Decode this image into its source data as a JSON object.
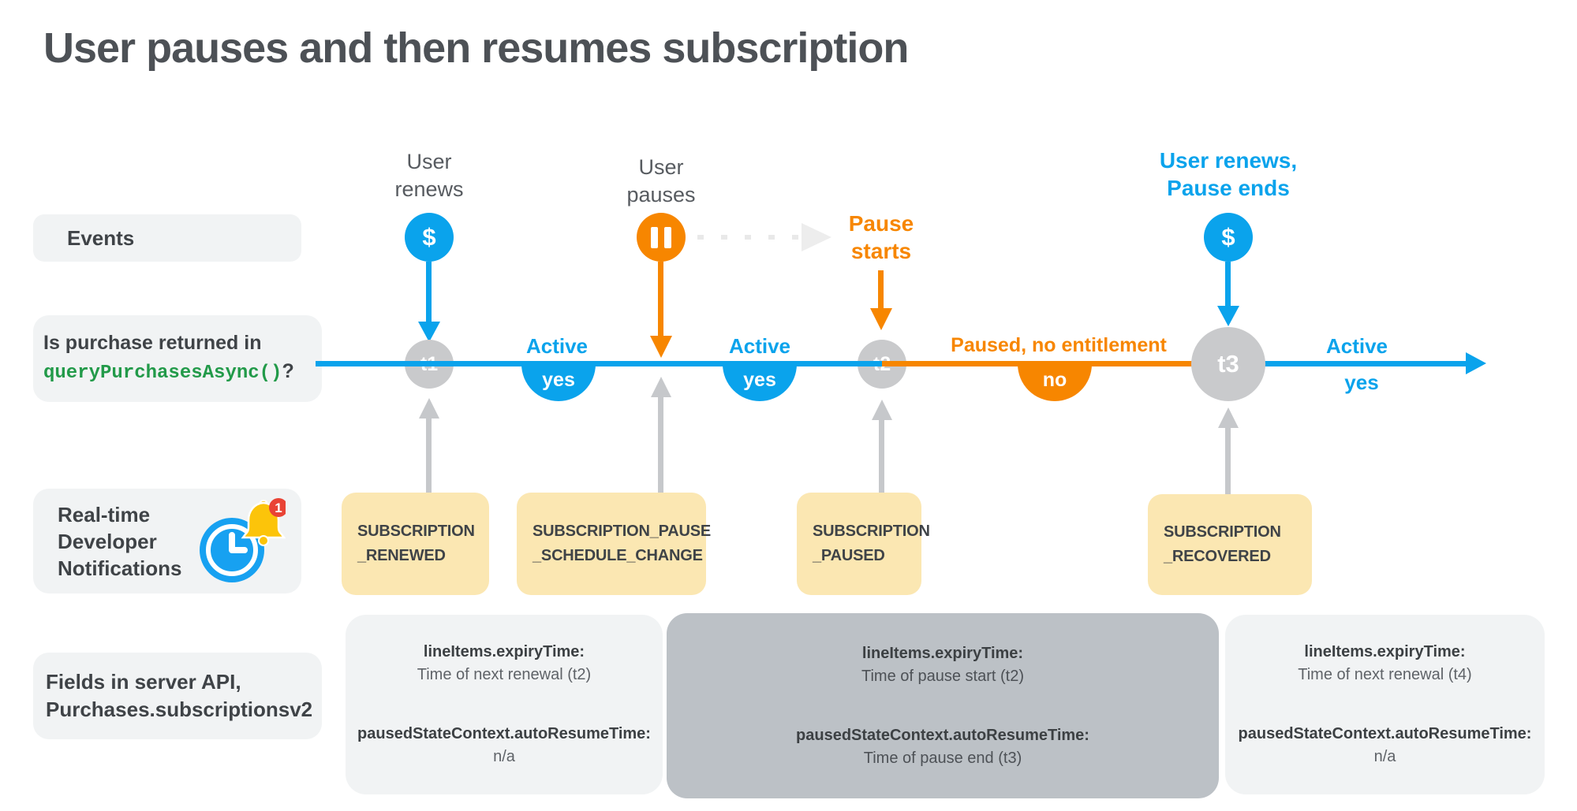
{
  "title": "User pauses and then resumes subscription",
  "colors": {
    "blue": "#0aa3ec",
    "orange": "#f78600",
    "code_green": "#229a49",
    "node_gray": "#c9cacc",
    "label_box_gray": "#f1f3f4",
    "notification_yellow": "#fbe7b2",
    "field_box_dark_gray": "#bcc1c6",
    "text_dark": "#3f4347",
    "badge_red": "#e94335"
  },
  "sidebar": {
    "events_label": "Events",
    "purchase_question": {
      "line1": "Is purchase returned in",
      "code": "queryPurchasesAsync()",
      "suffix": "?"
    },
    "rtdn": {
      "line1": "Real-time",
      "line2": "Developer",
      "line3": "Notifications",
      "badge_count": "1"
    },
    "server_fields": {
      "line1": "Fields in server API,",
      "line2": "Purchases.subscriptionsv2"
    }
  },
  "events": {
    "renew1": {
      "line1": "User",
      "line2": "renews",
      "symbol": "$"
    },
    "pause": {
      "line1": "User",
      "line2": "pauses"
    },
    "pause_starts": {
      "line1": "Pause",
      "line2": "starts"
    },
    "renew2": {
      "line1": "User renews,",
      "line2": "Pause ends",
      "symbol": "$"
    }
  },
  "timeline": {
    "t1": "t1",
    "t2": "t2",
    "t3": "t3",
    "segment1": {
      "label": "Active",
      "value": "yes"
    },
    "segment2": {
      "label": "Active",
      "value": "yes"
    },
    "segment3": {
      "label": "Paused, no entitlement",
      "value": "no"
    },
    "segment4": {
      "label": "Active",
      "value": "yes"
    }
  },
  "notifications": [
    {
      "line1": "SUBSCRIPTION",
      "line2": "_RENEWED"
    },
    {
      "line1": "SUBSCRIPTION_PAUSE",
      "line2": "_SCHEDULE_CHANGE"
    },
    {
      "line1": "SUBSCRIPTION",
      "line2": "_PAUSED"
    },
    {
      "line1": "SUBSCRIPTION",
      "line2": "_RECOVERED"
    }
  ],
  "api_fields": [
    {
      "field1": "lineItems.expiryTime:",
      "value1": "Time of next renewal (t2)",
      "field2": "pausedStateContext.autoResumeTime:",
      "value2": "n/a"
    },
    {
      "field1": "lineItems.expiryTime:",
      "value1": "Time of pause start (t2)",
      "field2": "pausedStateContext.autoResumeTime:",
      "value2": "Time of pause end (t3)"
    },
    {
      "field1": "lineItems.expiryTime:",
      "value1": "Time of next renewal (t4)",
      "field2": "pausedStateContext.autoResumeTime:",
      "value2": "n/a"
    }
  ]
}
